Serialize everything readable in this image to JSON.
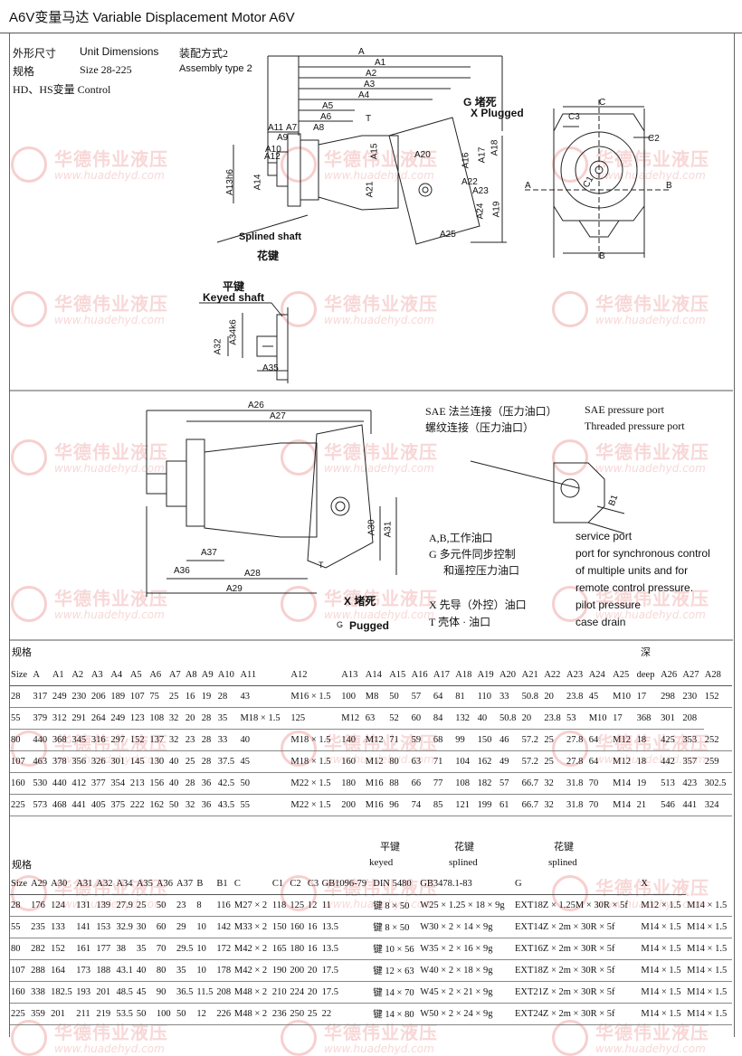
{
  "header": {
    "title": "A6V变量马达    Variable Displacement Motor A6V"
  },
  "top_left": {
    "l1_cn": "外形尺寸",
    "l1_en": "Unit Dimensions",
    "l2_cn": "规格",
    "l2_en": "Size 28-225",
    "l3": "HD、HS变量 Control",
    "assembly_cn": "装配方式2",
    "assembly_en": "Assembly type 2"
  },
  "drawing_labels": {
    "dims_top": [
      "A",
      "A1",
      "A2",
      "A3",
      "A4",
      "A5",
      "A6",
      "A7",
      "A8",
      "A9",
      "A10",
      "A11",
      "A12",
      "A13h6",
      "A14",
      "A15",
      "A16",
      "A17",
      "A18",
      "A19",
      "A20",
      "A21",
      "A22",
      "A23",
      "A24",
      "A25",
      "C",
      "C1",
      "C2",
      "C3",
      "B",
      "A",
      "B",
      "T"
    ],
    "g_plug": "G 堵死",
    "x_plug": "X Plugged",
    "splined_en": "Splined shaft",
    "splined_cn": "花键",
    "keyed_cn": "平键",
    "keyed_en": "Keyed shaft",
    "a34": "A34k6",
    "a32": "A32",
    "a35": "A35",
    "dims_mid": [
      "A26",
      "A27",
      "A28",
      "A29",
      "A30",
      "A31",
      "A36",
      "A37",
      "B1"
    ],
    "x_plug2": "X 堵死",
    "pugged": "Pugged",
    "g2": "G",
    "t2": "T"
  },
  "legend": {
    "sae_cn": "SAE 法兰连接（压力油口）",
    "thr_cn": "螺纹连接（压力油口）",
    "sae_en": "SAE pressure port",
    "thr_en": "Threaded pressure port",
    "ab_cn": "A,B,工作油口",
    "g_cn": "G  多元件同步控制",
    "g_cn2": "和遥控压力油口",
    "x_cn": "X  先导（外控）油口",
    "t_cn": "T  壳体 · 油口",
    "en": [
      "service port",
      "port for synchronous control",
      "of multiple units and for",
      "remote control pressure.",
      "pilot pressure",
      "case drain"
    ]
  },
  "table1": {
    "caption": "规格",
    "deep_label": "深",
    "headers": [
      "Size",
      "A",
      "A1",
      "A2",
      "A3",
      "A4",
      "A5",
      "A6",
      "A7",
      "A8",
      "A9",
      "A10",
      "A11",
      "A12",
      "A13",
      "A14",
      "A15",
      "A16",
      "A17",
      "A18",
      "A19",
      "A20",
      "A21",
      "A22",
      "A23",
      "A24",
      "A25",
      "deep",
      "A26",
      "A27",
      "A28"
    ],
    "rows": [
      [
        "28",
        "317",
        "249",
        "230",
        "206",
        "189",
        "107",
        "75",
        "25",
        "16",
        "19",
        "28",
        "43",
        "M16 × 1.5",
        "100",
        "M8",
        "50",
        "57",
        "64",
        "81",
        "110",
        "33",
        "50.8",
        "20",
        "23.8",
        "45",
        "M10",
        "17",
        "298",
        "230",
        "152"
      ],
      [
        "55",
        "379",
        "312",
        "291",
        "264",
        "249",
        "123",
        "108",
        "32",
        "20",
        "28",
        "35",
        "M18 × 1.5",
        "125",
        "M12",
        "63",
        "52",
        "60",
        "84",
        "132",
        "40",
        "50.8",
        "20",
        "23.8",
        "53",
        "M10",
        "17",
        "368",
        "301",
        "208"
      ],
      [
        "80",
        "440",
        "368",
        "345",
        "316",
        "297",
        "152",
        "137",
        "32",
        "23",
        "28",
        "33",
        "40",
        "M18 × 1.5",
        "140",
        "M12",
        "71",
        "59",
        "68",
        "99",
        "150",
        "46",
        "57.2",
        "25",
        "27.8",
        "64",
        "M12",
        "18",
        "425",
        "353",
        "252"
      ],
      [
        "107",
        "463",
        "378",
        "356",
        "326",
        "301",
        "145",
        "130",
        "40",
        "25",
        "28",
        "37.5",
        "45",
        "M18 × 1.5",
        "160",
        "M12",
        "80",
        "63",
        "71",
        "104",
        "162",
        "49",
        "57.2",
        "25",
        "27.8",
        "64",
        "M12",
        "18",
        "442",
        "357",
        "259"
      ],
      [
        "160",
        "530",
        "440",
        "412",
        "377",
        "354",
        "213",
        "156",
        "40",
        "28",
        "36",
        "42.5",
        "50",
        "M22 × 1.5",
        "180",
        "M16",
        "88",
        "66",
        "77",
        "108",
        "182",
        "57",
        "66.7",
        "32",
        "31.8",
        "70",
        "M14",
        "19",
        "513",
        "423",
        "302.5"
      ],
      [
        "225",
        "573",
        "468",
        "441",
        "405",
        "375",
        "222",
        "162",
        "50",
        "32",
        "36",
        "43.5",
        "55",
        "M22 × 1.5",
        "200",
        "M16",
        "96",
        "74",
        "85",
        "121",
        "199",
        "61",
        "66.7",
        "32",
        "31.8",
        "70",
        "M14",
        "21",
        "546",
        "441",
        "324"
      ]
    ]
  },
  "table2": {
    "caption": "规格",
    "shaft_headers": {
      "keyed_cn": "平键",
      "keyed_en": "keyed",
      "spl1_cn": "花键",
      "spl1_en": "splined",
      "spl2_cn": "花键",
      "spl2_en": "splined"
    },
    "headers": [
      "Size",
      "A29",
      "A30",
      "A31",
      "A32",
      "A34",
      "A35",
      "A36",
      "A37",
      "B",
      "B1",
      "C",
      "C1",
      "C2",
      "C3",
      "GB1096-79",
      "DIN 5480",
      "GB3478.1-83",
      "G",
      "X"
    ],
    "rows": [
      [
        "28",
        "176",
        "124",
        "131",
        "139",
        "27.9",
        "25",
        "50",
        "23",
        "8",
        "116",
        "M27 × 2",
        "118",
        "125",
        "12",
        "11",
        "键 8 × 50",
        "W25 × 1.25 × 18 × 9g",
        "EXT18Z × 1.25M × 30R × 5f",
        "M12 × 1.5",
        "M14 × 1.5"
      ],
      [
        "55",
        "235",
        "133",
        "141",
        "153",
        "32.9",
        "30",
        "60",
        "29",
        "10",
        "142",
        "M33 × 2",
        "150",
        "160",
        "16",
        "13.5",
        "键 8 × 50",
        "W30 × 2 × 14 × 9g",
        "EXT14Z × 2m × 30R × 5f",
        "M14 × 1.5",
        "M14 × 1.5"
      ],
      [
        "80",
        "282",
        "152",
        "161",
        "177",
        "38",
        "35",
        "70",
        "29.5",
        "10",
        "172",
        "M42 × 2",
        "165",
        "180",
        "16",
        "13.5",
        "键 10 × 56",
        "W35 × 2 × 16 × 9g",
        "EXT16Z × 2m × 30R × 5f",
        "M14 × 1.5",
        "M14 × 1.5"
      ],
      [
        "107",
        "288",
        "164",
        "173",
        "188",
        "43.1",
        "40",
        "80",
        "35",
        "10",
        "178",
        "M42 × 2",
        "190",
        "200",
        "20",
        "17.5",
        "键 12 × 63",
        "W40 × 2 × 18 × 9g",
        "EXT18Z × 2m × 30R × 5f",
        "M14 × 1.5",
        "M14 × 1.5"
      ],
      [
        "160",
        "338",
        "182.5",
        "193",
        "201",
        "48.5",
        "45",
        "90",
        "36.5",
        "11.5",
        "208",
        "M48 × 2",
        "210",
        "224",
        "20",
        "17.5",
        "键 14 × 70",
        "W45 × 2 × 21 × 9g",
        "EXT21Z × 2m × 30R × 5f",
        "M14 × 1.5",
        "M14 × 1.5"
      ],
      [
        "225",
        "359",
        "201",
        "211",
        "219",
        "53.5",
        "50",
        "100",
        "50",
        "12",
        "226",
        "M48 × 2",
        "236",
        "250",
        "25",
        "22",
        "键 14 × 80",
        "W50 × 2 × 24 × 9g",
        "EXT24Z × 2m × 30R × 5f",
        "M14 × 1.5",
        "M14 × 1.5"
      ]
    ]
  },
  "watermark": {
    "cn": "华德伟业液压",
    "url": "www.huadehyd.com",
    "color": "#f0a8a8"
  }
}
